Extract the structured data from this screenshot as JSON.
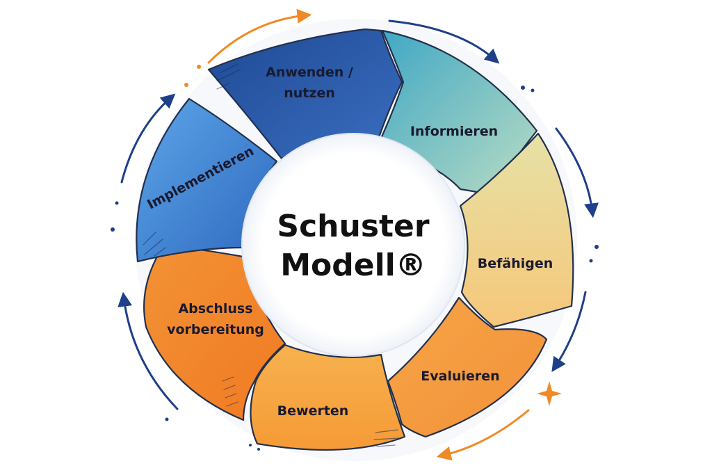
{
  "center": {
    "line1": "Schuster",
    "line2": "Modell®"
  },
  "colors": {
    "dark_blue": "#2a55a3",
    "mid_blue": "#3b7fd1",
    "teal": "#4fb1c6",
    "pale_yellow": "#f3d98a",
    "orange": "#f39a35",
    "deep_orange": "#ef7e24",
    "arrow_blue": "#1e3f8a",
    "arrow_orange": "#f08a24"
  },
  "segments": [
    {
      "id": "anwenden",
      "lines": [
        "Anwenden /",
        "nutzen"
      ],
      "fill": "url(#gDark)"
    },
    {
      "id": "informieren",
      "lines": [
        "Informieren"
      ],
      "fill": "url(#gTeal)"
    },
    {
      "id": "befaehigen",
      "lines": [
        "Befähigen"
      ],
      "fill": "url(#gYellow)"
    },
    {
      "id": "evaluieren",
      "lines": [
        "Evaluieren"
      ],
      "fill": "url(#gOrange1)"
    },
    {
      "id": "bewerten",
      "lines": [
        "Bewerten"
      ],
      "fill": "url(#gOrange2)"
    },
    {
      "id": "abschluss",
      "lines": [
        "Abschluss",
        "vorbereitung"
      ],
      "fill": "url(#gOrange3)"
    },
    {
      "id": "implementieren",
      "lines": [
        "Implementieren"
      ],
      "fill": "url(#gBlue)"
    }
  ]
}
